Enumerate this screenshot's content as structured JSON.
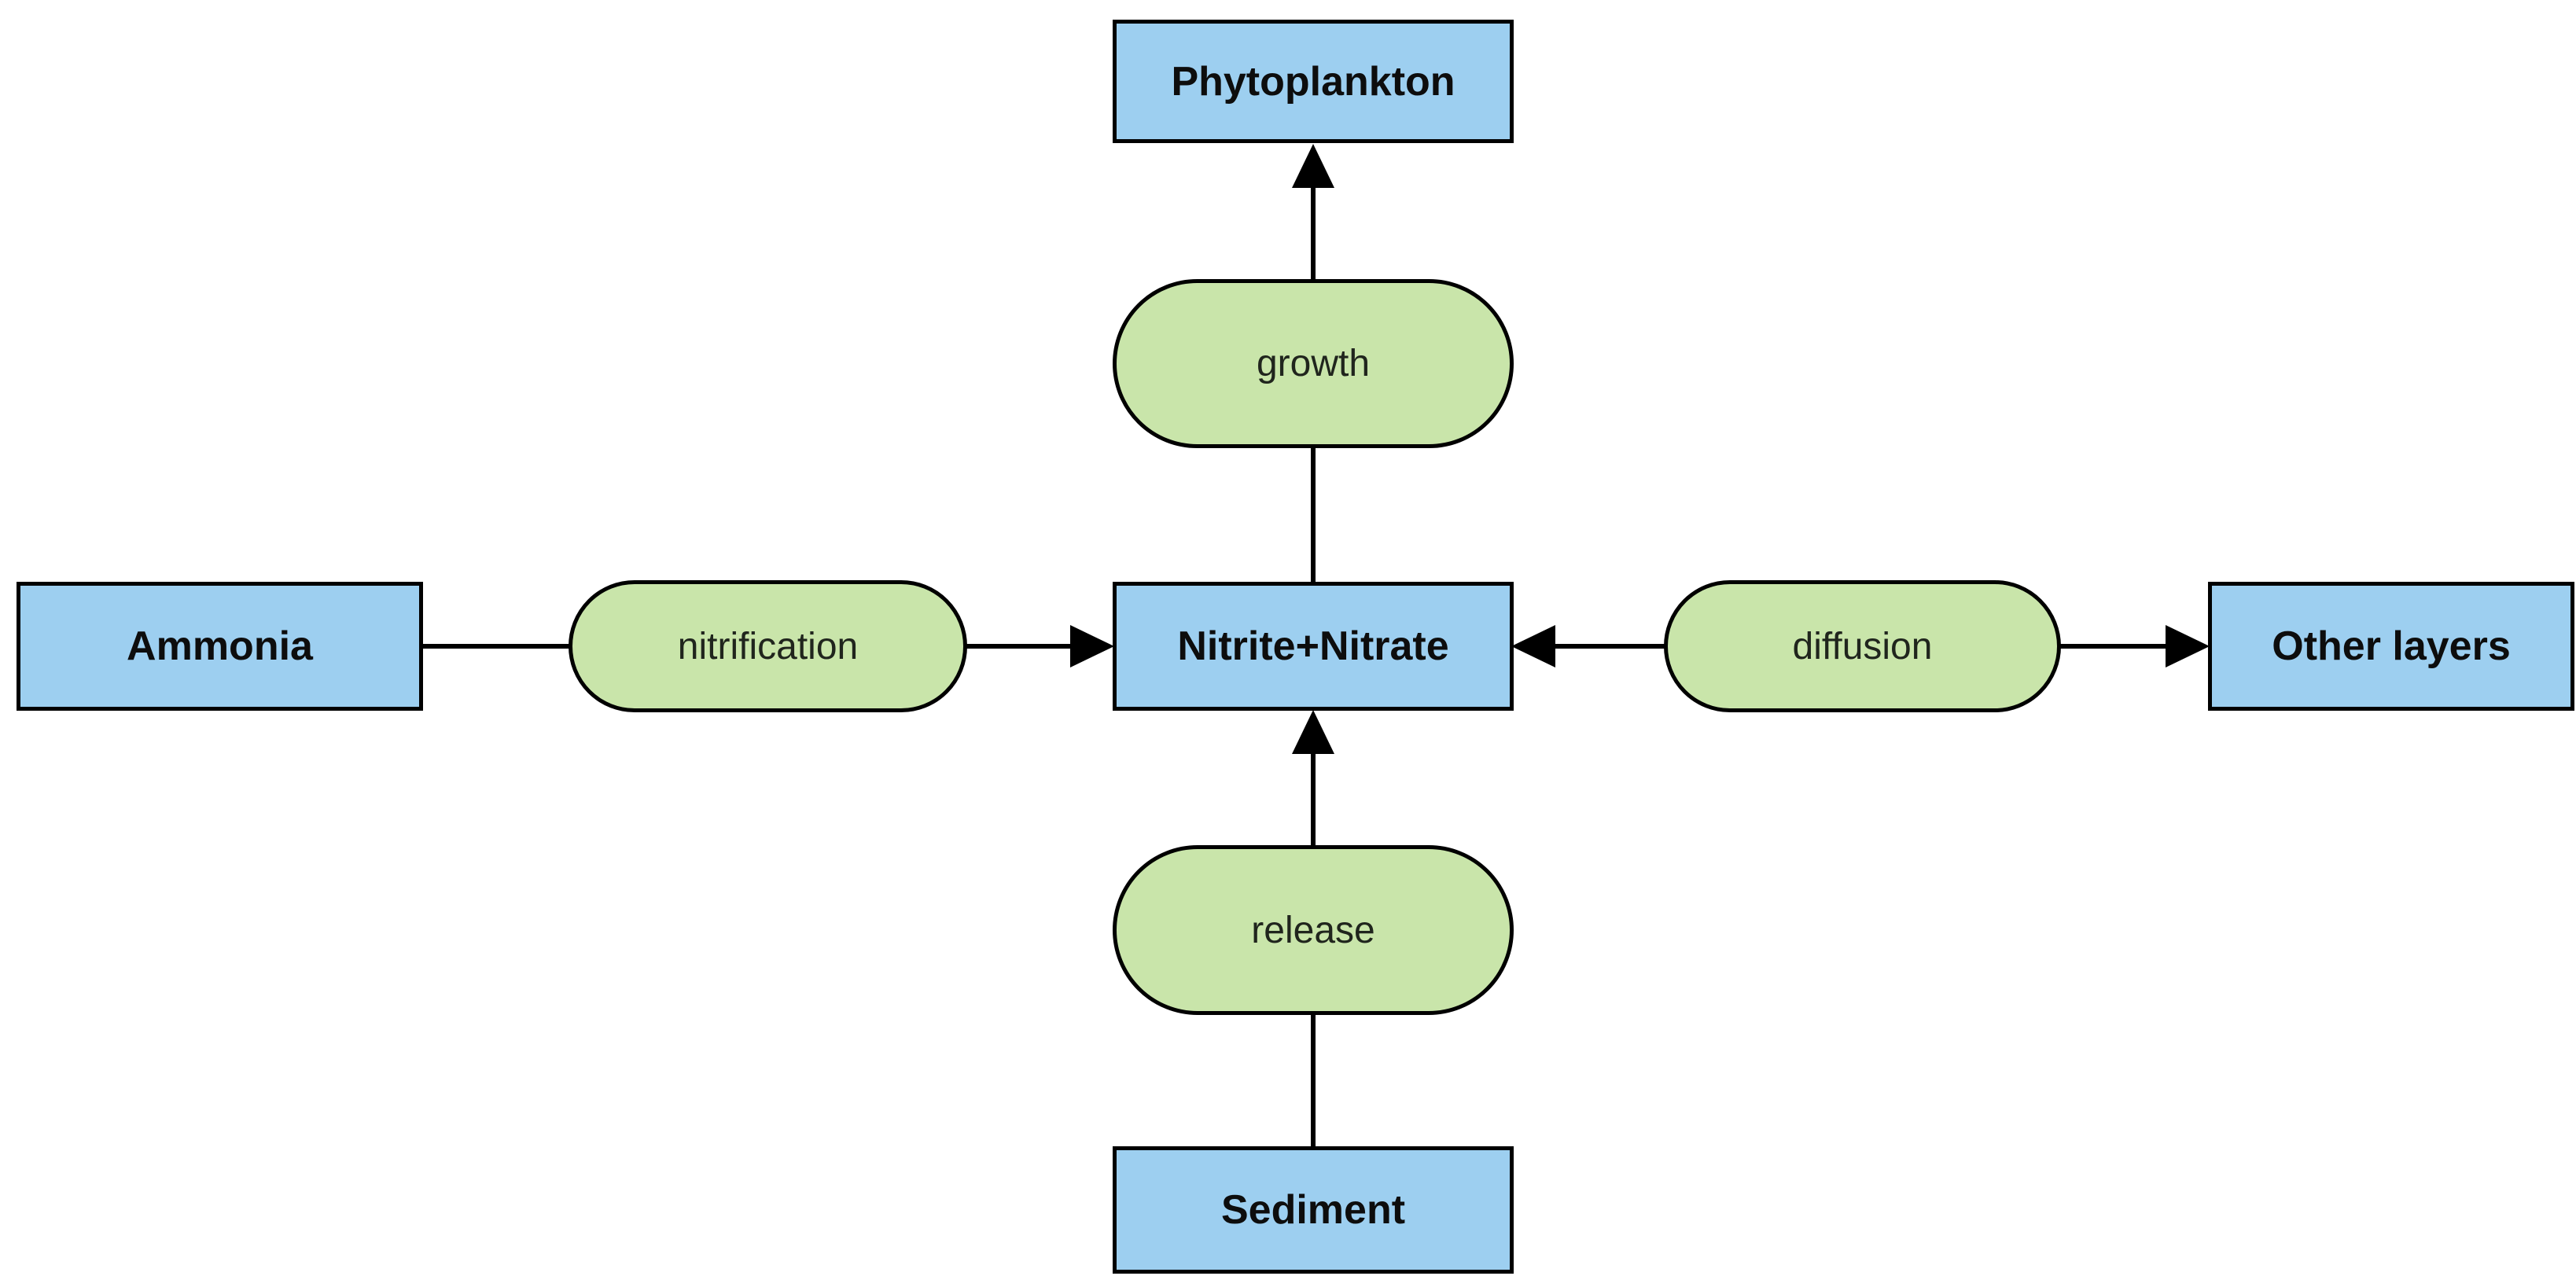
{
  "diagram": {
    "type": "flow-diagram",
    "colors": {
      "background": "#ffffff",
      "box_fill": "#9dcff0",
      "pill_fill": "#c9e5aa",
      "stroke": "#000000"
    },
    "nodes": {
      "phytoplankton": {
        "label": "Phytoplankton"
      },
      "ammonia": {
        "label": "Ammonia"
      },
      "nitrite_nitrate": {
        "label": "Nitrite+Nitrate"
      },
      "other_layers": {
        "label": "Other layers"
      },
      "sediment": {
        "label": "Sediment"
      }
    },
    "processes": {
      "growth": {
        "label": "growth"
      },
      "nitrification": {
        "label": "nitrification"
      },
      "diffusion": {
        "label": "diffusion"
      },
      "release": {
        "label": "release"
      }
    },
    "edges": [
      {
        "from": "nitrite_nitrate",
        "via": "growth",
        "to": "phytoplankton",
        "direction": "to"
      },
      {
        "from": "ammonia",
        "via": "nitrification",
        "to": "nitrite_nitrate",
        "direction": "to"
      },
      {
        "from": "nitrite_nitrate",
        "via": "diffusion",
        "to": "other_layers",
        "direction": "both"
      },
      {
        "from": "sediment",
        "via": "release",
        "to": "nitrite_nitrate",
        "direction": "to"
      }
    ]
  }
}
